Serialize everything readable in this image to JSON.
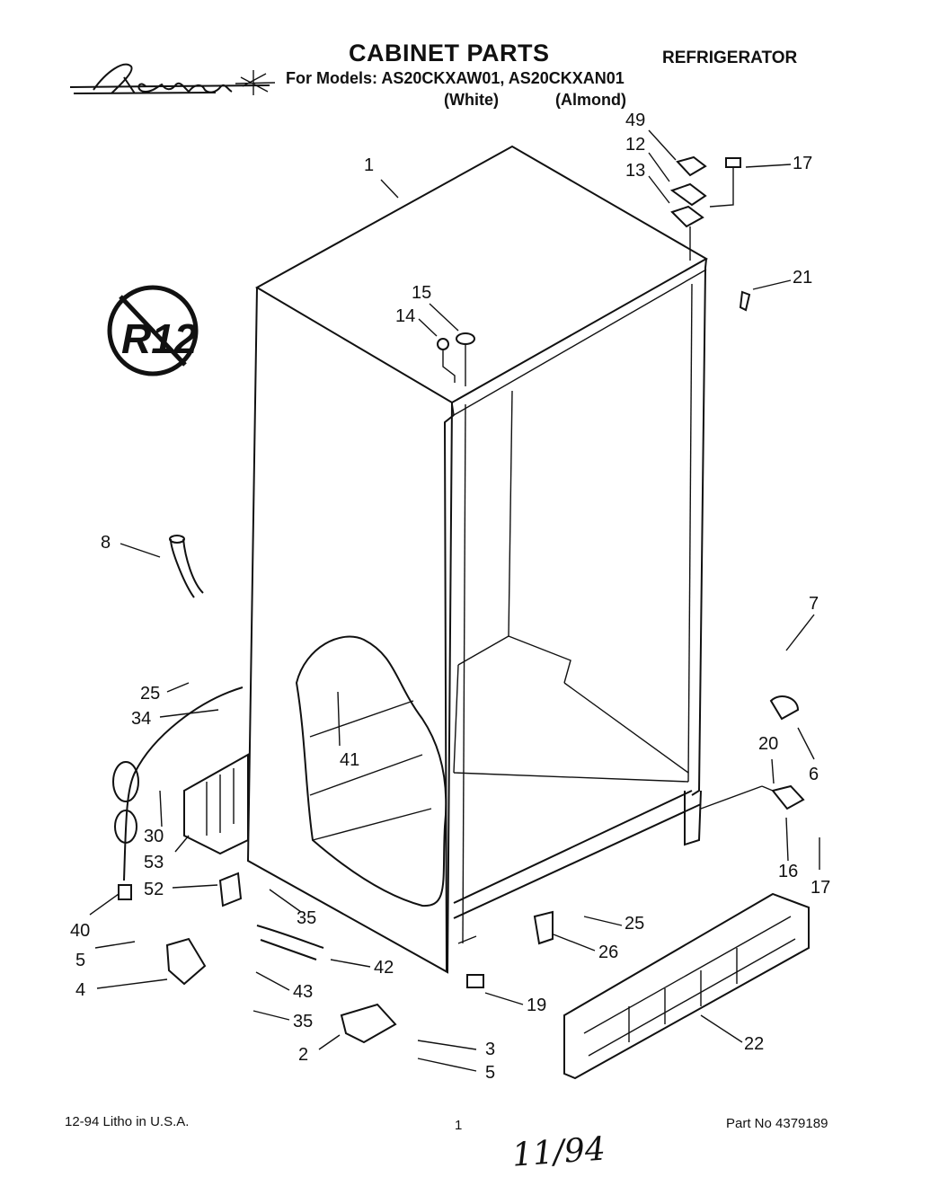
{
  "header": {
    "title": "CABINET PARTS",
    "appliance": "REFRIGERATOR",
    "models": "For Models: AS20CKXAW01, AS20CKXAN01",
    "color_white": "(White)",
    "color_almond": "(Almond)"
  },
  "brand": {
    "logo_text": "Acros"
  },
  "badge": {
    "text": "R12"
  },
  "callouts": [
    "1",
    "49",
    "12",
    "13",
    "17",
    "21",
    "15",
    "14",
    "8",
    "7",
    "6",
    "20",
    "16",
    "17",
    "25",
    "34",
    "41",
    "30",
    "53",
    "52",
    "40",
    "35",
    "5",
    "4",
    "42",
    "43",
    "35",
    "2",
    "3",
    "5",
    "19",
    "26",
    "25",
    "22"
  ],
  "footer": {
    "left": "12-94  Litho in U.S.A.",
    "page_mark": "1",
    "part_no": "Part No 4379189",
    "handwritten": "11/94"
  }
}
